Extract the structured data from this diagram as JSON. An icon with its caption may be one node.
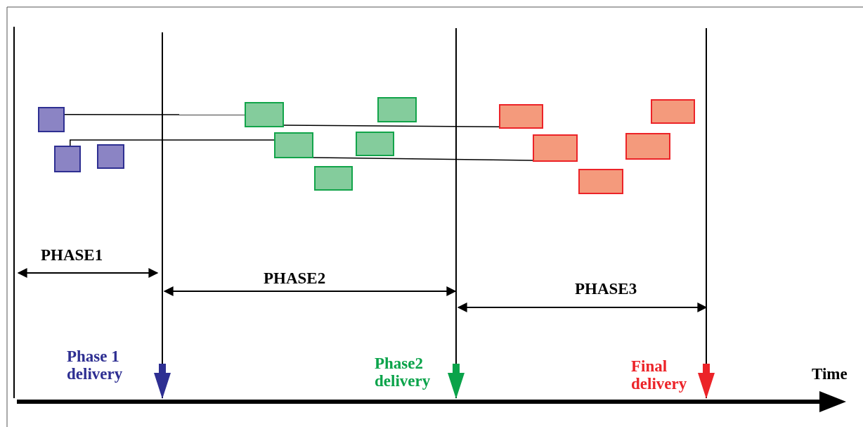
{
  "diagram": {
    "nodes": [
      {
        "text": [],
        "shape": "box"
      },
      {
        "text": [],
        "shape": "box"
      },
      {
        "text": [],
        "shape": "box"
      },
      {
        "text": [],
        "shape": "box"
      },
      {
        "text": [],
        "shape": "box"
      },
      {
        "text": [],
        "shape": "box"
      },
      {
        "text": [],
        "shape": "box"
      },
      {
        "text": [],
        "shape": "box"
      },
      {
        "text": [],
        "shape": "box"
      },
      {
        "text": [],
        "shape": "box"
      },
      {
        "text": [],
        "shape": "box"
      },
      {
        "text": [],
        "shape": "box"
      },
      {
        "text": [],
        "shape": "box"
      }
    ],
    "edges": [
      {
        "from": 0,
        "to": 3,
        "arrow": "none"
      },
      {
        "from": 3,
        "to": 8,
        "arrow": "none"
      },
      {
        "from": 1,
        "to": 4,
        "arrow": "none"
      },
      {
        "from": 4,
        "to": 9,
        "arrow": "none"
      }
    ],
    "labels": [
      "PHASE1",
      "PHASE2",
      "PHASE3",
      "Phase 1 delivery",
      "Phase2 delivery",
      "Final delivery",
      "Time"
    ]
  }
}
